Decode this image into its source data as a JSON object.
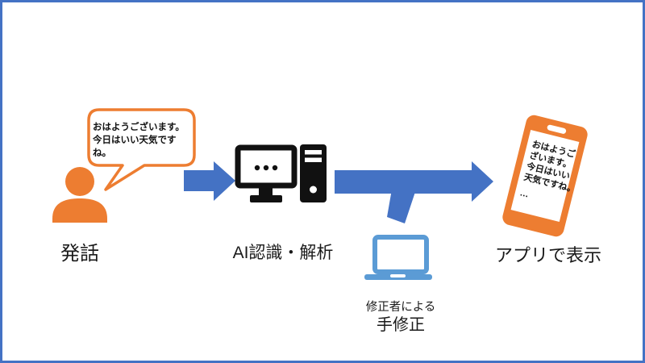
{
  "colors": {
    "frame_border": "#4472C4",
    "arrow_blue": "#4472C4",
    "laptop_blue": "#5B9BD5",
    "orange": "#ED7D31",
    "icon_black": "#111111"
  },
  "bubble": {
    "line1": "おはようございます。",
    "line2": "今日はいい天気ですね。"
  },
  "labels": {
    "speech": "発話",
    "ai": "AI認識・解析",
    "app": "アプリで表示",
    "correction_sub": "修正者による",
    "correction_main": "手修正"
  },
  "phone": {
    "lines": [
      "おはようご",
      "ざいます。",
      "今日はいい",
      "天気ですね。",
      "…"
    ]
  },
  "icons": {
    "person": "person-icon",
    "speech_bubble": "speech-bubble-icon",
    "arrow_1": "block-arrow-right-icon",
    "desktop": "desktop-computer-icon",
    "arrow_2": "block-arrow-right-icon",
    "branch": "branch-connector",
    "laptop": "laptop-icon",
    "smartphone": "smartphone-icon"
  }
}
